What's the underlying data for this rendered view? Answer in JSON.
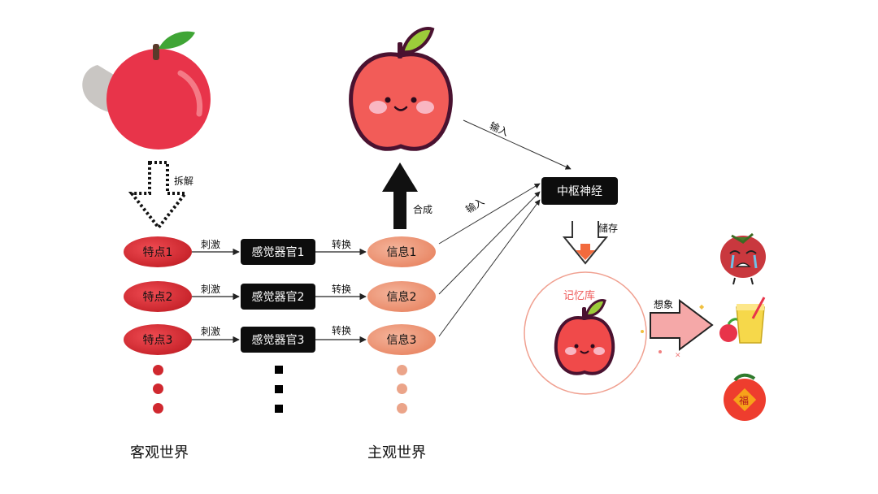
{
  "labels": {
    "decompose": "拆解",
    "synthesize": "合成",
    "input_top": "输入",
    "input_left": "输入",
    "store": "储存",
    "imagine": "想象",
    "memory": "记忆库",
    "central_nerve": "中枢神经",
    "objective_world": "客观世界",
    "subjective_world": "主观世界"
  },
  "rows": [
    {
      "feature": "特点1",
      "stimulus": "刺激",
      "sense": "感觉器官1",
      "convert": "转换",
      "info": "信息1"
    },
    {
      "feature": "特点2",
      "stimulus": "刺激",
      "sense": "感觉器官2",
      "convert": "转换",
      "info": "信息2"
    },
    {
      "feature": "特点3",
      "stimulus": "刺激",
      "sense": "感觉器官3",
      "convert": "转换",
      "info": "信息3"
    }
  ],
  "colors": {
    "feature_red": "#d0282f",
    "info_salmon": "#e98866",
    "sense_black": "#0d0d0d",
    "apple_red": "#e8344a",
    "memory_circle": "#f0a090"
  },
  "icons": [
    "apple-icon",
    "smiling-apple-icon",
    "crying-apple-icon",
    "juice-icon",
    "small-apple-icon",
    "orange-fu-icon",
    "down-arrow-icon",
    "right-arrow-icon"
  ],
  "fu_char": "福"
}
